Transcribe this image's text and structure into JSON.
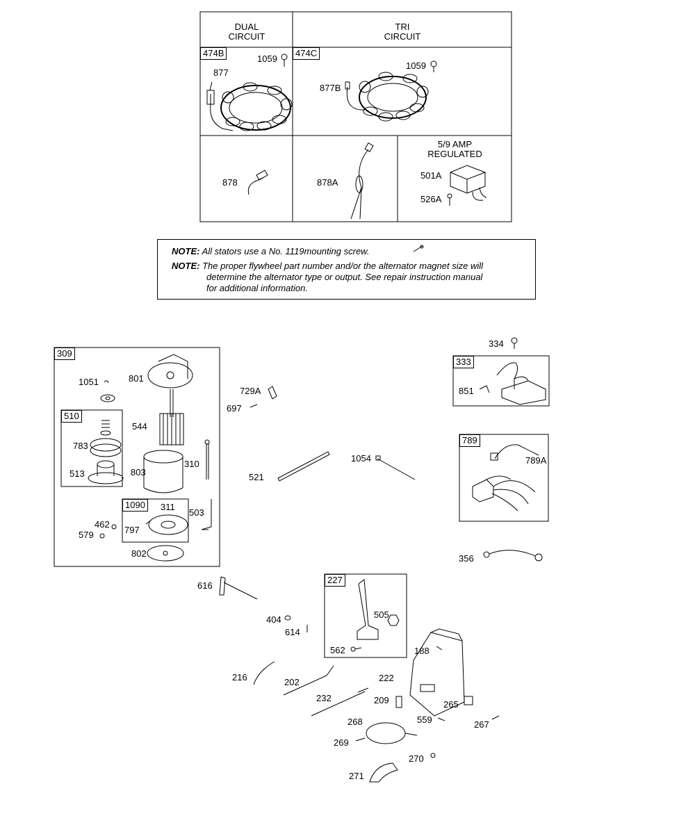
{
  "alternator_table": {
    "dual_circuit_header": [
      "DUAL",
      "CIRCUIT"
    ],
    "tri_circuit_header": [
      "TRI",
      "CIRCUIT"
    ],
    "regulated_header": [
      "5/9 AMP",
      "REGULATED"
    ],
    "labels": {
      "474B": "474B",
      "474C": "474C",
      "1059_a": "1059",
      "1059_b": "1059",
      "877": "877",
      "877B": "877B",
      "878": "878",
      "878A": "878A",
      "501A": "501A",
      "526A": "526A"
    }
  },
  "notes": {
    "note1_label": "NOTE:",
    "note1_text": "All stators use a No. 1119mounting screw.",
    "note2_label": "NOTE:",
    "note2_line1": "The proper flywheel part number and/or the alternator magnet size will",
    "note2_line2": "determine the alternator type or output. See repair instruction manual",
    "note2_line3": "for additional information."
  },
  "starter_group": {
    "tag_309": "309",
    "tag_510": "510",
    "tag_1090": "1090",
    "labels": {
      "1051": "1051",
      "801": "801",
      "544": "544",
      "783": "783",
      "513": "513",
      "803": "803",
      "310": "310",
      "311": "311",
      "503": "503",
      "462": "462",
      "579": "579",
      "797": "797",
      "802": "802"
    }
  },
  "misc_parts": {
    "729A": "729A",
    "697": "697",
    "521": "521",
    "1054": "1054",
    "334": "334",
    "tag_333": "333",
    "851": "851",
    "tag_789": "789",
    "789A": "789A",
    "356": "356",
    "616": "616",
    "404": "404",
    "614": "614",
    "tag_227": "227",
    "505": "505",
    "562": "562",
    "188": "188",
    "216": "216",
    "202": "202",
    "222": "222",
    "232": "232",
    "209": "209",
    "265": "265",
    "559": "559",
    "267": "267",
    "268": "268",
    "269": "269",
    "270": "270",
    "271": "271"
  }
}
